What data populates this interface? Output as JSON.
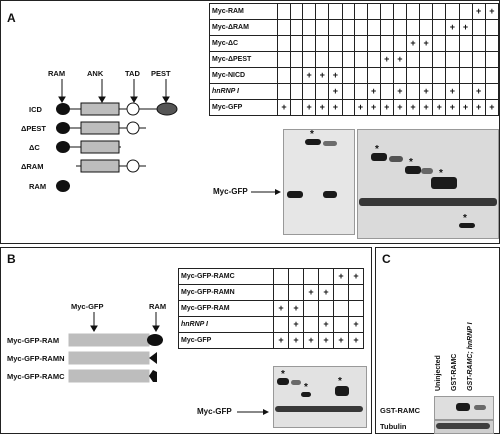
{
  "panelA": {
    "label": "A",
    "domains": [
      "RAM",
      "ANK",
      "TAD",
      "PEST"
    ],
    "constructs": [
      "ICD",
      "ΔPEST",
      "ΔC",
      "ΔRAM",
      "RAM"
    ],
    "table_rows": [
      "Myc-RAM",
      "Myc-ΔRAM",
      "Myc-ΔC",
      "Myc-ΔPEST",
      "Myc-NICD",
      "hnRNP I",
      "Myc-GFP"
    ],
    "blot_label": "Myc-GFP",
    "star": "*"
  },
  "panelB": {
    "label": "B",
    "domains": [
      "Myc-GFP",
      "RAM"
    ],
    "constructs": [
      "Myc-GFP-RAM",
      "Myc-GFP-RAMN",
      "Myc-GFP-RAMC"
    ],
    "table_rows": [
      "Myc-GFP-RAMC",
      "Myc-GFP-RAMN",
      "Myc-GFP-RAM",
      "hnRNP I",
      "Myc-GFP"
    ],
    "blot_label": "Myc-GFP",
    "star": "*"
  },
  "panelC": {
    "label": "C",
    "lanes": [
      "Uninjected",
      "GST-RAMC",
      "GST-RAMC; hnRNP I"
    ],
    "rows": [
      "GST-RAMC",
      "Tubulin"
    ]
  },
  "colors": {
    "grey": "#bdbdbd",
    "dark": "#555555",
    "band": "#1a1a1a"
  }
}
